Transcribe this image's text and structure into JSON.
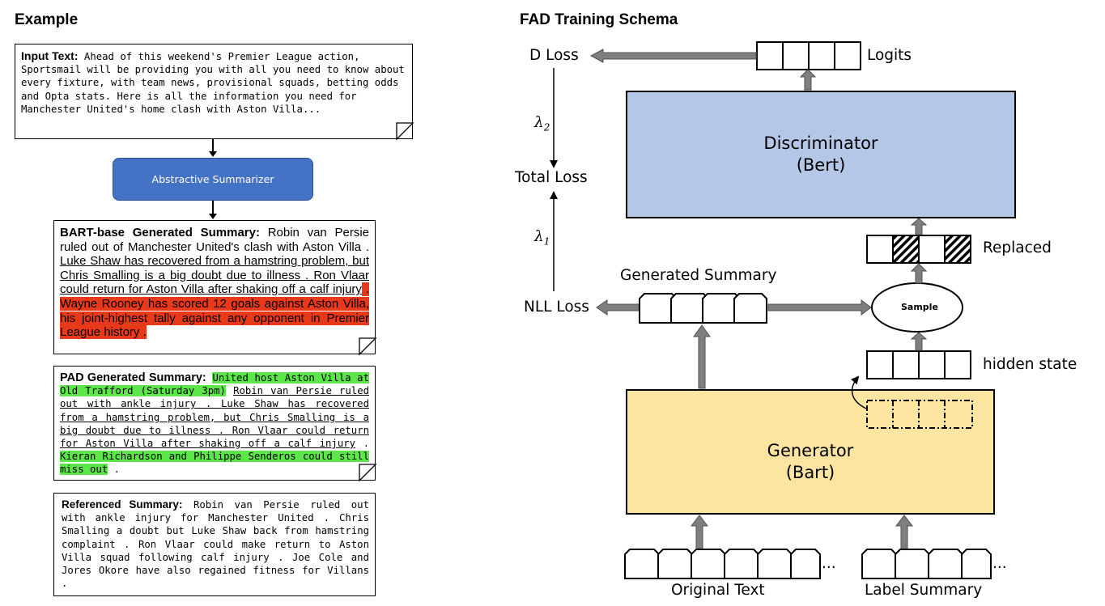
{
  "left_panel": {
    "heading": "Example",
    "input_card": {
      "label": "Input Text:",
      "text": "Ahead of this weekend's Premier League action, Sportsmail will be providing you with all you need to know about every fixture, with team news, provisional squads, betting odds and Opta stats. Here is all the information you need for Manchester United's home clash with Aston Villa..."
    },
    "summarizer_label": "Abstractive Summarizer",
    "bart_card": {
      "label": "BART-base Generated Summary:",
      "seg_plain": " Robin van Persie ruled out of Manchester United's clash with Aston Villa . ",
      "seg_underlined": "Luke Shaw has recovered from a hamstring problem, but Chris Smalling is a big doubt due to illness . Ron Vlaar could return for Aston Villa after shaking off a calf injury",
      "seg_red": " . Wayne Rooney has scored 12 goals against Aston Villa, his joint-highest tally against any opponent in Premier League history ."
    },
    "pad_card": {
      "label": "PAD Generated Summary:",
      "seg_green_1": "United host Aston Villa at Old Trafford (Saturday 3pm)",
      "seg_underlined": "Robin van Persie ruled out with ankle injury . Luke Shaw has recovered from a hamstring problem, but Chris Smalling is a big doubt due to illness . Ron Vlaar could return for Aston Villa after shaking off a calf injury",
      "seg_green_2": "Kieran Richardson and Philippe Senderos could still miss out",
      "seg_end": " ."
    },
    "ref_card": {
      "label": "Referenced Summary:",
      "text": "Robin van Persie ruled out with ankle injury for Manchester United . Chris Smalling a doubt but Luke Shaw back from hamstring complaint . Ron Vlaar could make return to Aston Villa squad following calf injury . Joe Cole and Jores Okore have also regained fitness for Villans ."
    }
  },
  "right_panel": {
    "heading": "FAD Training Schema",
    "discriminator": {
      "line1": "Discriminator",
      "line2": "(Bert)"
    },
    "generator": {
      "line1": "Generator",
      "line2": "(Bart)"
    },
    "labels": {
      "d_loss": "D Loss",
      "logits": "Logits",
      "lambda2_base": "λ",
      "lambda2_sub": "2",
      "total_loss": "Total Loss",
      "lambda1_base": "λ",
      "lambda1_sub": "1",
      "replaced": "Replaced",
      "generated_summary": "Generated Summary",
      "nll_loss": "NLL Loss",
      "sample": "Sample",
      "hidden_state": "hidden state",
      "ellipsis_1": "...",
      "ellipsis_2": "...",
      "original_text": "Original Text",
      "label_summary": "Label Summary"
    },
    "colors": {
      "discriminator_fill": "#b4c7e7",
      "generator_fill": "#fbe5a0",
      "arrow_fill": "#7f7f7f"
    }
  }
}
